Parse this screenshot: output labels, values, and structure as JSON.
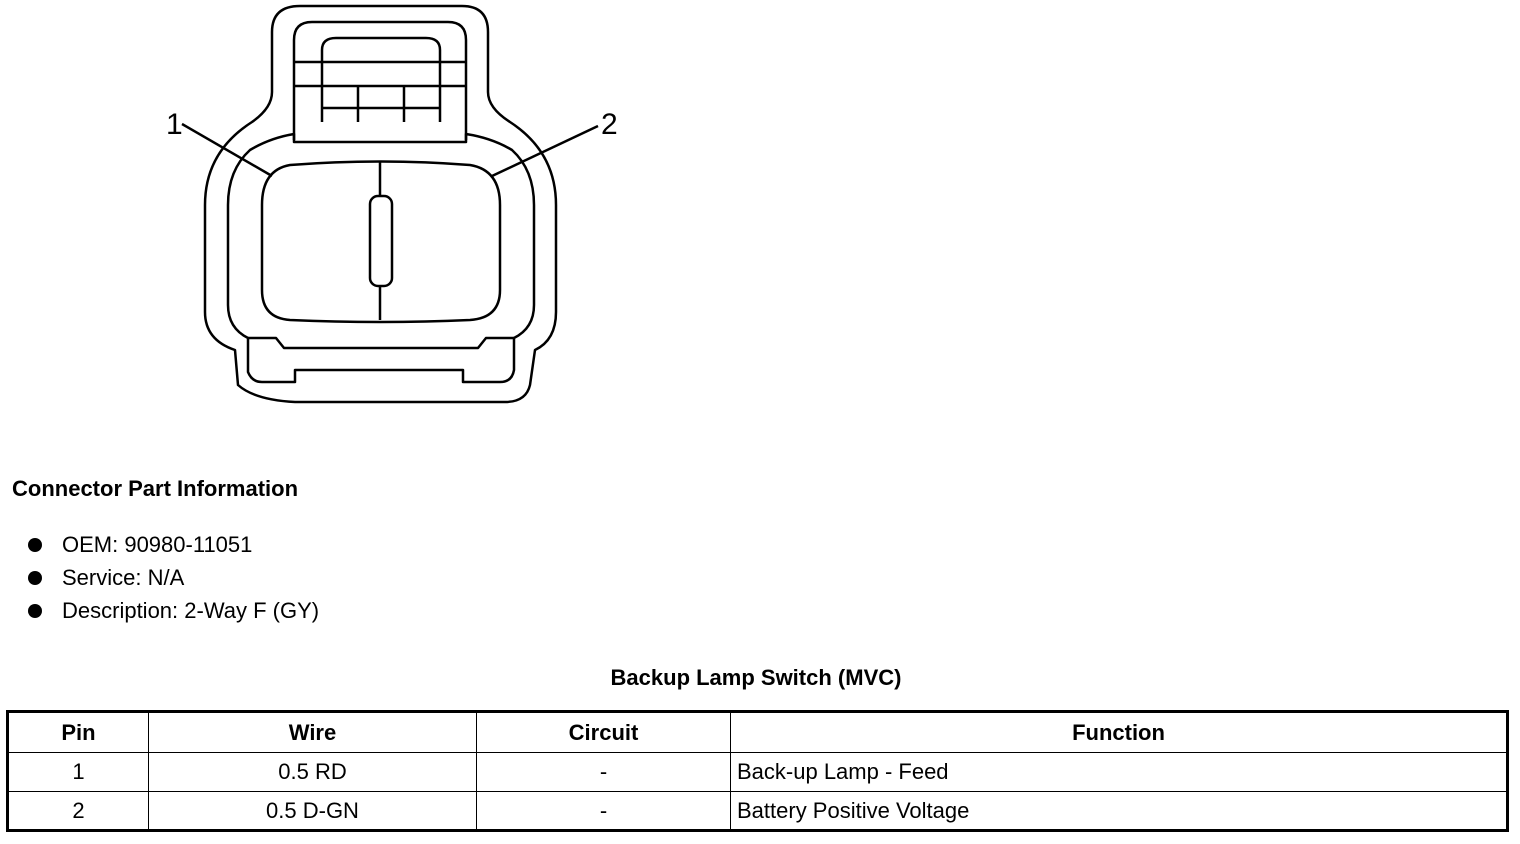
{
  "diagram": {
    "pin_labels": [
      "1",
      "2"
    ]
  },
  "connector_info": {
    "heading": "Connector Part Information",
    "items": [
      "OEM: 90980-11051",
      "Service: N/A",
      "Description: 2-Way F (GY)"
    ]
  },
  "table": {
    "title": "Backup Lamp Switch (MVC)",
    "headers": [
      "Pin",
      "Wire",
      "Circuit",
      "Function"
    ],
    "rows": [
      [
        "1",
        "0.5 RD",
        "-",
        "Back-up Lamp - Feed"
      ],
      [
        "2",
        "0.5 D-GN",
        "-",
        "Battery Positive Voltage"
      ]
    ]
  },
  "colors": {
    "ink": "#000000",
    "background": "#ffffff"
  }
}
